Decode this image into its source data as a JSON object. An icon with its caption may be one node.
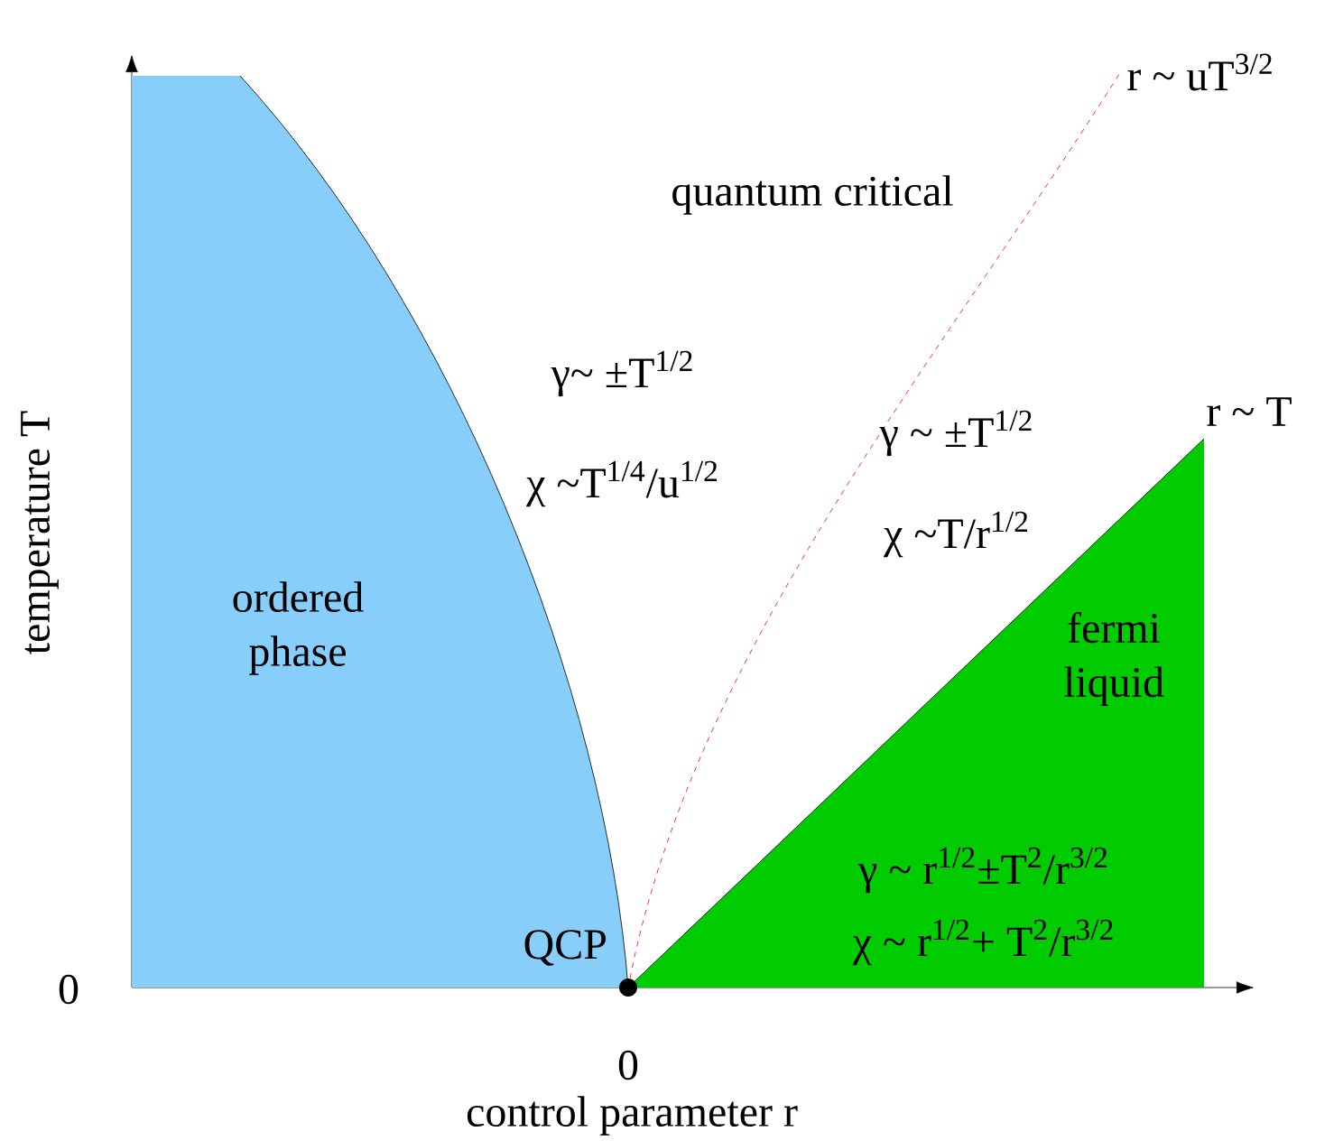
{
  "diagram": {
    "nodes": [
      {
        "text": [
          "ordered phase"
        ]
      },
      {
        "text": [
          "fermi liquid",
          "γ ~ r$^{1/2}$±T$^{2}$/r$^{3/2}$",
          "χ ~ r$^{1/2}$+ T$^{2}$/r$^{3/2}$"
        ]
      },
      {
        "text": [],
        "shape": "circle",
        "beside": [
          "QCP"
        ]
      },
      {
        "text": [
          "r ~ uT$^{3/2}$"
        ]
      }
    ],
    "edges": [
      {
        "from": 2,
        "to": 3,
        "arrow": "none",
        "style": "dashed",
        "color": "#ff0000"
      }
    ],
    "labels": [
      "quantum critical",
      "γ~ ±T$^{1/2}$",
      "χ ~T$^{1/4}$/u$^{1/2}$",
      "γ ~ ±T$^{1/2}$",
      "χ ~T/r$^{1/2}$",
      "r ~ T",
      "temperature T",
      "0",
      "0",
      "control parameter r"
    ]
  }
}
